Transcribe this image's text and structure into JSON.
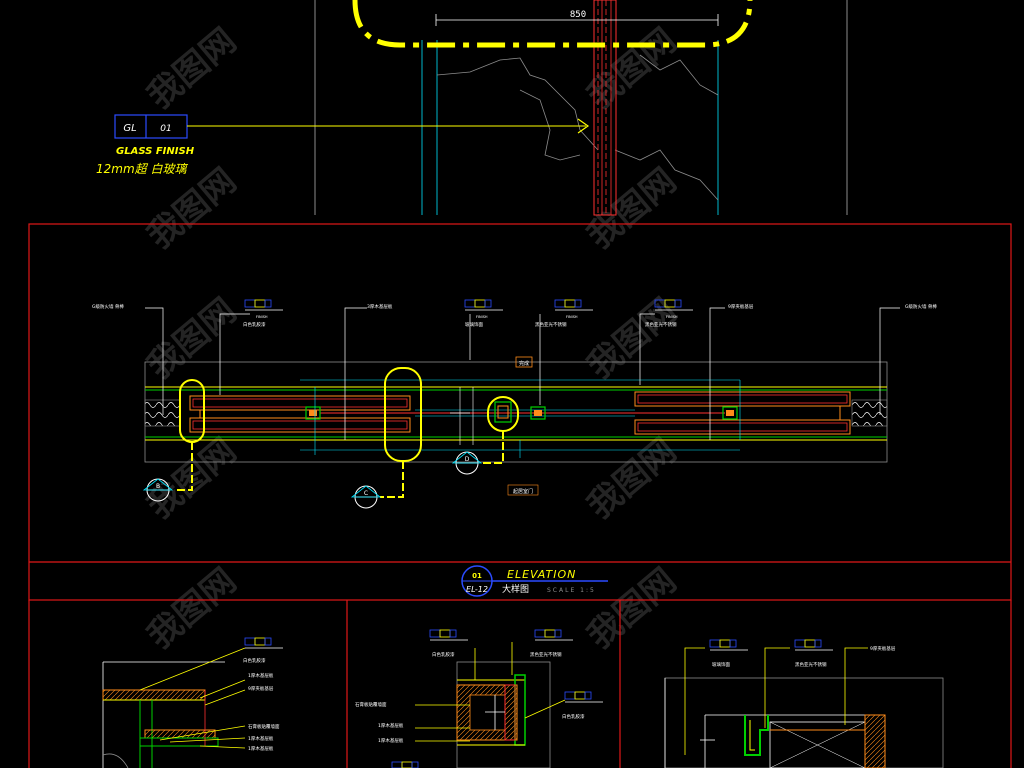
{
  "colors": {
    "background": "#000000",
    "frame": "#e01818",
    "yellow": "#ffff00",
    "white": "#ffffff",
    "cyan": "#00e5ff",
    "blue": "#2b4bff",
    "green": "#00d000",
    "orange": "#ff8c1a",
    "red": "#ff3030",
    "magenta": "#ff40ff",
    "gray": "#8c8c8c",
    "watermark": "#2a2a2a"
  },
  "top_plan": {
    "dimension": "850"
  },
  "glass_tag": {
    "code": "GL",
    "number": "01",
    "title": "GLASS FINISH",
    "spec": "12mm超 白玻璃"
  },
  "plan_view": {
    "callouts": [
      "G级防火墙 骨棒",
      "白色乳胶漆",
      "3厚木基层板",
      "玻璃饰面",
      "黑色亚光不锈钢",
      "黑色亚光不锈钢",
      "9厚夹板基层",
      "G级防火墙 骨棒"
    ],
    "tag_small": "FINISH",
    "center_mark": "完成",
    "bottom_mark": "起居室门",
    "section_marks": [
      "B",
      "C",
      "D"
    ]
  },
  "elevation_title": {
    "number": "01",
    "sheet": "EL-12",
    "title": "ELEVATION",
    "subtitle": "大样图",
    "scale": "SCALE 1:5"
  },
  "detail_left": {
    "callouts": [
      "白色乳胶漆",
      "1厚木基层板",
      "9厚夹板基层",
      "石膏板贴覆墙面",
      "1厚木基层板",
      "1厚木基层板"
    ]
  },
  "detail_middle": {
    "callouts": [
      "白色乳胶漆",
      "黑色亚光不锈钢",
      "白色乳胶漆",
      "石膏板贴覆墙面",
      "1厚木基层板",
      "1厚木基层板"
    ]
  },
  "detail_right": {
    "callouts": [
      "玻璃饰面",
      "黑色亚光不锈钢",
      "9厚夹板基层"
    ]
  },
  "watermark": "我图网"
}
